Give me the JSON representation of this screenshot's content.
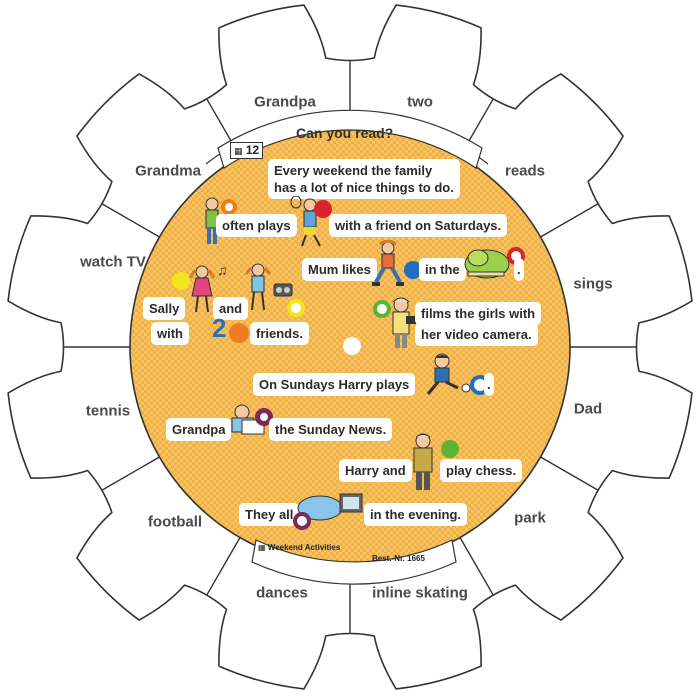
{
  "header": {
    "title": "Can you read?",
    "card_number": "12"
  },
  "footer": {
    "series": "Weekend Activities",
    "order_number": "Best.-Nr. 1665"
  },
  "wheel_words": [
    {
      "id": "grandpa",
      "label": "Grandpa"
    },
    {
      "id": "two",
      "label": "two"
    },
    {
      "id": "reads",
      "label": "reads"
    },
    {
      "id": "sings",
      "label": "sings"
    },
    {
      "id": "dad",
      "label": "Dad"
    },
    {
      "id": "park",
      "label": "park"
    },
    {
      "id": "inline-skating",
      "label": "inline skating"
    },
    {
      "id": "dances",
      "label": "dances"
    },
    {
      "id": "football",
      "label": "football"
    },
    {
      "id": "tennis",
      "label": "tennis"
    },
    {
      "id": "watch-tv",
      "label": "watch TV"
    },
    {
      "id": "grandma",
      "label": "Grandma"
    }
  ],
  "sentences": {
    "intro_line1": "Every weekend the family",
    "intro_line2": "has a lot of nice things to do.",
    "s1_a": "often plays",
    "s1_b": "with a friend on Saturdays.",
    "s2_a": "Mum likes",
    "s2_b": "in the",
    "s2_c": ".",
    "s3_a": "Sally",
    "s3_b": "and",
    "s3_c": "with",
    "s3_d": "friends.",
    "s3_number": "2",
    "s4_a": "films the girls with",
    "s4_b": "her video camera.",
    "s5_a": "On Sundays Harry plays",
    "s5_b": ".",
    "s6_a": "Grandpa",
    "s6_b": "the Sunday News.",
    "s7_a": "Harry and",
    "s7_b": "play chess.",
    "s8_a": "They all",
    "s8_b": "in the evening."
  },
  "markers": {
    "orange": "#f07c1f",
    "red": "#d9232e",
    "blue": "#1f6fc0",
    "yellow": "#f2e51b",
    "green": "#5bb434",
    "purple": "#7b2a5a"
  },
  "colors": {
    "disc": "#f5c25c",
    "disc_pattern": "#eca93c",
    "outline": "#333333"
  }
}
